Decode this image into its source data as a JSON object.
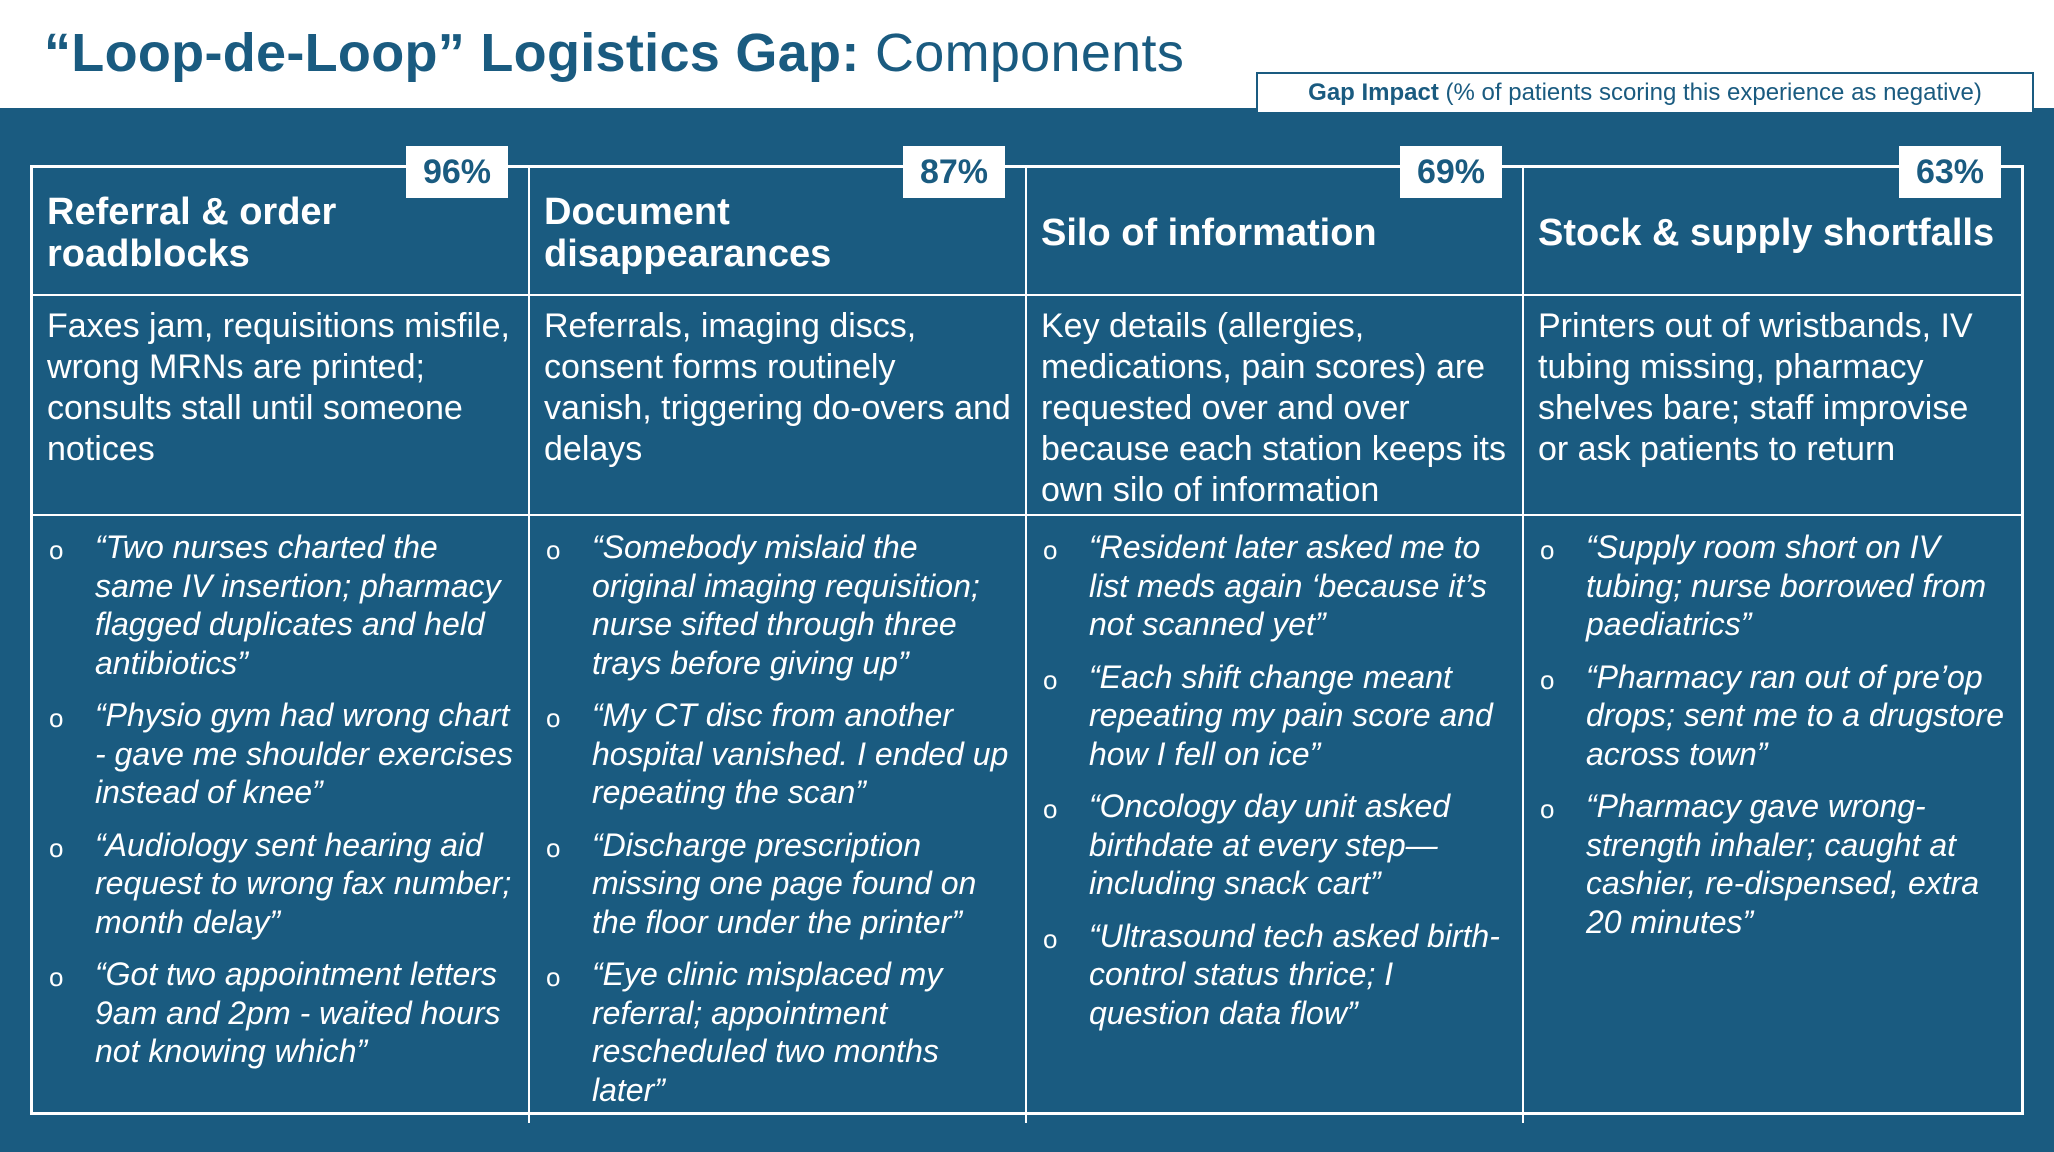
{
  "title": {
    "bold_part": "“Loop-de-Loop” Logistics Gap:",
    "regular_part": "Components"
  },
  "legend": {
    "bold_label": "Gap Impact",
    "description": "(% of patients scoring this experience as negative)"
  },
  "columns": [
    {
      "impact": "96%",
      "heading": "Referral & order roadblocks",
      "description": "Faxes jam, requisitions misfile, wrong MRNs are printed; consults stall until someone notices",
      "quotes": [
        "“Two nurses charted the same IV insertion; pharmacy flagged duplicates and held antibiotics”",
        "“Physio gym had wrong chart - gave me shoulder exercises instead of knee”",
        "“Audiology sent hearing aid request to wrong fax number; month delay”",
        "“Got two appointment letters 9am and 2pm - waited hours not knowing which”"
      ]
    },
    {
      "impact": "87%",
      "heading": "Document disappearances",
      "description": "Referrals, imaging discs, consent forms routinely vanish, triggering do-overs and delays",
      "quotes": [
        "“Somebody mislaid the original imaging requisition; nurse sifted through three trays before giving up”",
        "“My CT disc from another hospital vanished. I ended up repeating the scan”",
        "“Discharge prescription missing one page found on the floor under the printer”",
        "“Eye clinic misplaced my referral; appointment rescheduled two months later”"
      ]
    },
    {
      "impact": "69%",
      "heading": "Silo of information",
      "description": "Key details (allergies, medications, pain scores) are requested over and over because each station keeps its own silo of information",
      "quotes": [
        "“Resident later asked me to list meds again ‘because it’s not scanned yet”",
        "“Each shift change meant repeating my pain score and how I fell on ice”",
        "“Oncology day unit asked birthdate at every step—including snack cart”",
        "“Ultrasound tech asked birth-control status thrice; I question data flow”"
      ]
    },
    {
      "impact": "63%",
      "heading": "Stock & supply shortfalls",
      "description": "Printers out of wristbands, IV tubing missing, pharmacy shelves bare; staff improvise or ask patients to return",
      "quotes": [
        "“Supply room short on IV tubing; nurse borrowed from paediatrics”",
        "“Pharmacy ran out of pre’op drops; sent me to a drugstore across town”",
        "“Pharmacy gave wrong-strength inhaler; caught at cashier, re-dispensed, extra 20 minutes”"
      ]
    }
  ],
  "bullet_glyph": "o",
  "colors": {
    "primary": "#1a5b80",
    "text_on_primary": "#ffffff"
  }
}
